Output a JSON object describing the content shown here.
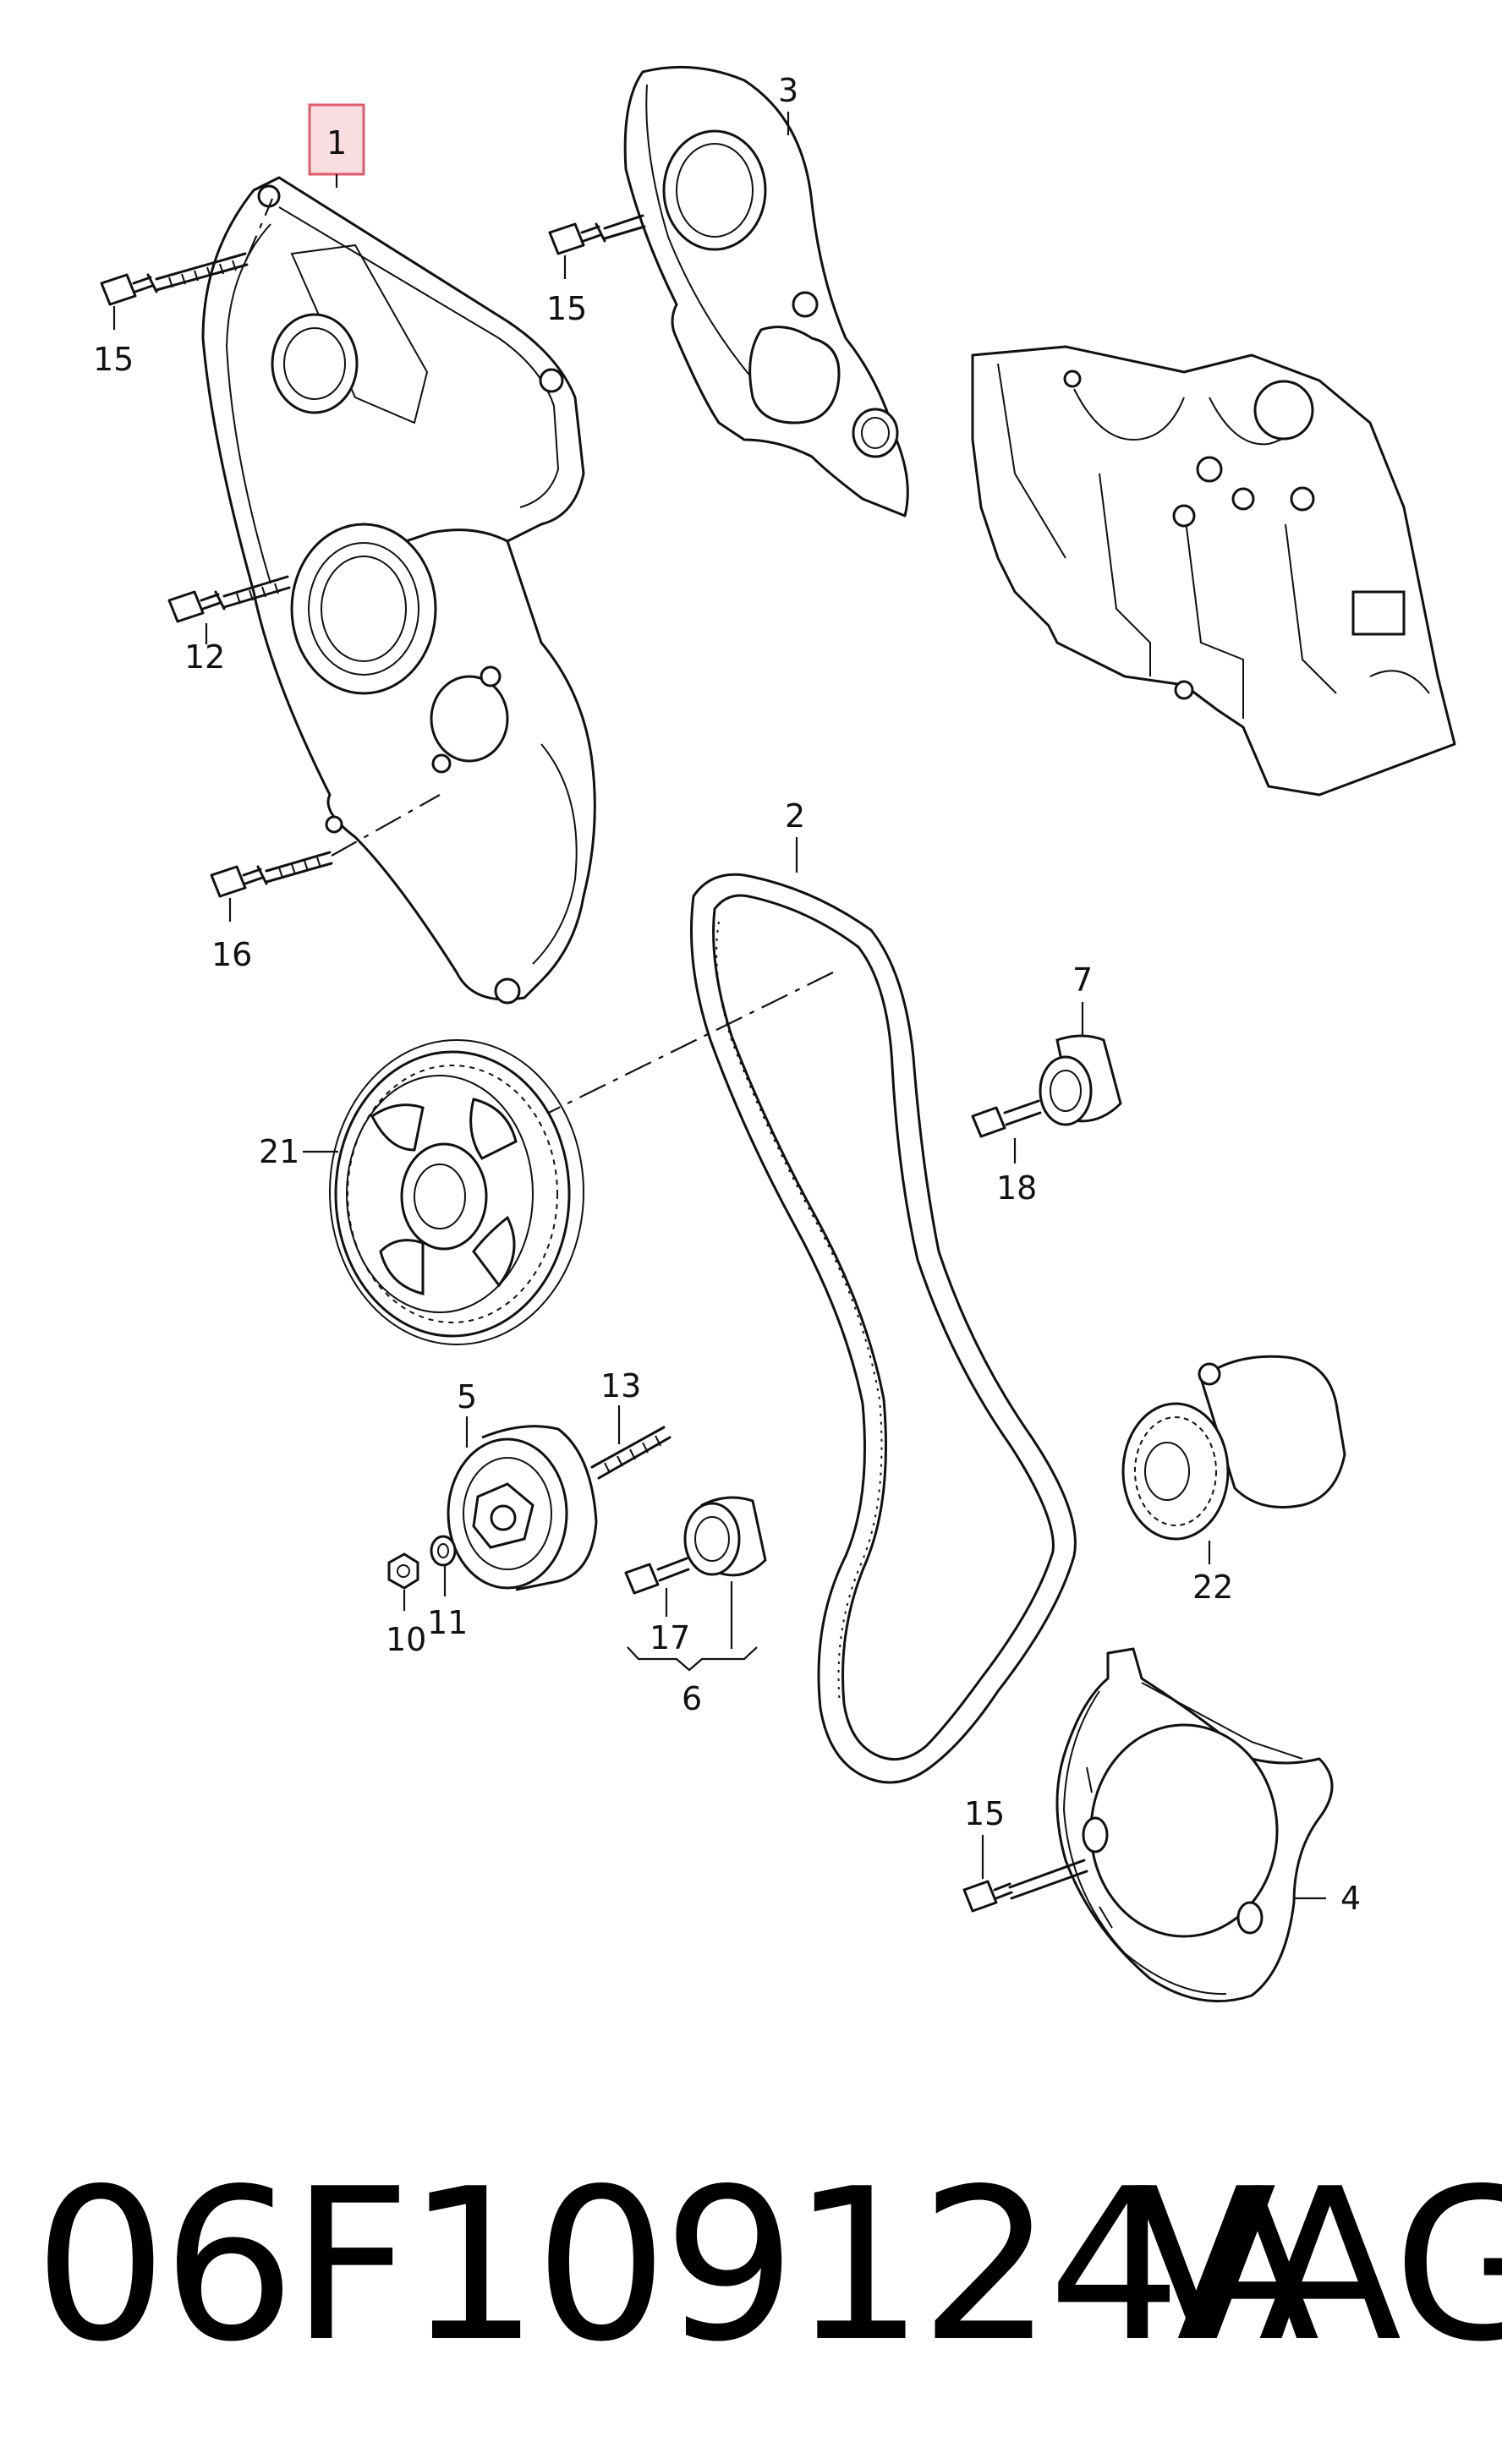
{
  "callouts": {
    "c1": "1",
    "c2": "2",
    "c3": "3",
    "c4": "4",
    "c5": "5",
    "c6": "6",
    "c7": "7",
    "c10": "10",
    "c11": "11",
    "c12": "12",
    "c13": "13",
    "c15a": "15",
    "c15b": "15",
    "c15c": "15",
    "c16": "16",
    "c17": "17",
    "c18": "18",
    "c21": "21",
    "c22": "22"
  },
  "highlight_color": "#e05a6a",
  "footer": {
    "part_number": "06F109124A",
    "brand": "VAG"
  }
}
